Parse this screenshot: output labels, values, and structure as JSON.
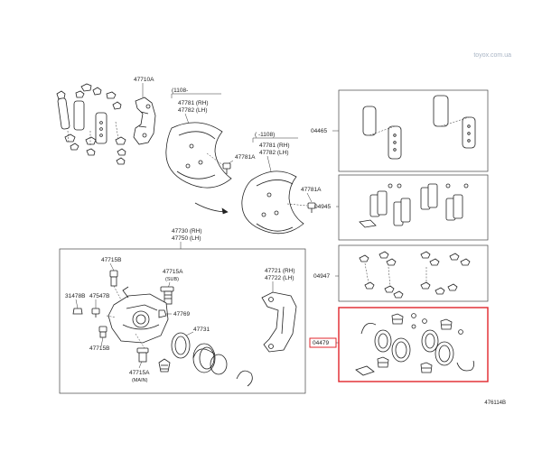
{
  "watermark": "toyox.com.ua",
  "diagram_code": "476114B",
  "labels": {
    "p47710A": "47710A",
    "p1108_open": "(1108-",
    "p47781_rh_1": "47781 (RH)",
    "p47782_lh_1": "47782 (LH)",
    "p1108_close": "(    -1108)",
    "p47781_rh_2": "47781 (RH)",
    "p47782_lh_2": "47782 (LH)",
    "p47781A_1": "47781A",
    "p47781A_2": "47781A",
    "p47730_rh": "47730 (RH)",
    "p47750_lh": "47750 (LH)",
    "p47715B_1": "47715B",
    "p47715A_sub": "47715A",
    "sub": "(SUB)",
    "p31478B": "31478B",
    "p47547B": "47547B",
    "p47769": "47769",
    "p47731": "47731",
    "p47715B_2": "47715B",
    "p47715A_main": "47715A",
    "main": "(MAIN)",
    "p47721_rh": "47721 (RH)",
    "p47722_lh": "47722 (LH)",
    "p04465": "04465",
    "p04945": "04945",
    "p04947": "04947",
    "p04479": "04479"
  },
  "colors": {
    "highlight": "#e0242b",
    "line": "#222222",
    "watermark": "#a8b4c4"
  }
}
